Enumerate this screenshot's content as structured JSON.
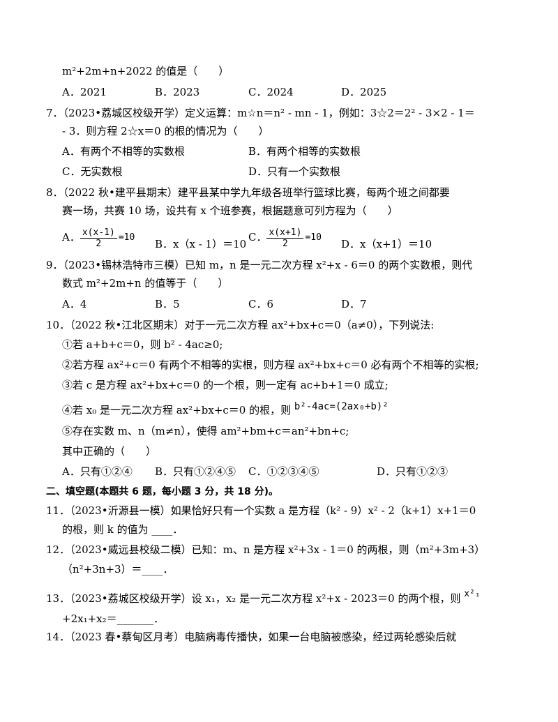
{
  "q6": {
    "cont": "m²+2m+n+2022 的值是（　　）",
    "options": [
      "A．2021",
      "B．2023",
      "C．2024",
      "D．2025"
    ]
  },
  "q7": {
    "line1": "7．（2023•荔城区校级开学）定义运算：m☆n＝n² - mn - 1，例如：3☆2＝2² - 3×2 - 1＝",
    "line2": "- 3．则方程 2☆x＝0 的根的情况为（　　）",
    "options": [
      "A．有两个不相等的实数根",
      "B．有两个相等的实数根",
      "C．无实数根",
      "D．只有一个实数根"
    ]
  },
  "q8": {
    "line1": "8．（2022 秋•建平县期末）建平县某中学九年级各班举行篮球比赛，每两个班之间都要",
    "line2": "赛一场，共赛 10 场，设共有 x 个班参赛，根据题意可列方程为（　　）",
    "optA_label": "A．",
    "optA_num": "x(x-1)",
    "optA_den": "2",
    "optA_eq": "=10",
    "optB": "B．x（x - 1）＝10",
    "optC_label": "C．",
    "optC_num": "x(x+1)",
    "optC_den": "2",
    "optC_eq": "=10",
    "optD": "D．x（x+1）＝10"
  },
  "q9": {
    "line1": "9．（2023•锡林浩特市三模）已知 m，n 是一元二次方程 x²+x - 6＝0 的两个实数根，则代",
    "line2": "数式 m²+2m+n 的值等于（　　）",
    "options": [
      "A．4",
      "B．5",
      "C．6",
      "D．7"
    ]
  },
  "q10": {
    "line1": "10．（2022 秋•江北区期末）对于一元二次方程 ax²+bx+c＝0（a≠0），下列说法:",
    "s1": "①若 a+b+c＝0，则 b² - 4ac≥0;",
    "s2": "②若方程 ax²+c＝0 有两个不相等的实根，则方程 ax²+bx+c＝0 必有两个不相等的实根;",
    "s3": "③若 c 是方程 ax²+bx+c＝0 的一个根，则一定有 ac+b+1＝0 成立;",
    "s4_text": "④若 x₀ 是一元二次方程 ax²+bx+c＝0 的根，则",
    "s4_formula": "b²-4ac=(2ax₀+b)²",
    "s5": "⑤存在实数 m、n（m≠n），使得 am²+bm+c＝an²+bn+c;",
    "ask": "其中正确的（　　）",
    "options": [
      "A．只有①②④",
      "B．只有①②④⑤",
      "C．①②③④⑤",
      "D．只有①②③"
    ]
  },
  "section2": {
    "title": "二、填空题(本题共 6 题，每小题 3 分，共 18 分)。"
  },
  "q11": {
    "line1": "11．（2023•沂源县一模）如果恰好只有一个实数 a 是方程（k² - 9）x² - 2（k+1）x+1＝0",
    "line2": "的根，则 k 的值为 ____．"
  },
  "q12": {
    "line1": "12．（2023•威远县校级二模）已知：m、n 是方程 x²+3x - 1＝0 的两根，则（m²+3m+3）",
    "line2": "（n²+3n+3）＝____．"
  },
  "q13": {
    "line1": "13．（2023•荔城区校级开学）设 x₁，x₂ 是一元二次方程 x²+x - 2023＝0 的两个根，则",
    "formula": "x²₁",
    "line2": "+2x₁+x₂＝_______．"
  },
  "q14": {
    "line1": "14．（2023 春•蔡甸区月考）电脑病毒传播快，如果一台电脑被感染，经过两轮感染后就"
  }
}
